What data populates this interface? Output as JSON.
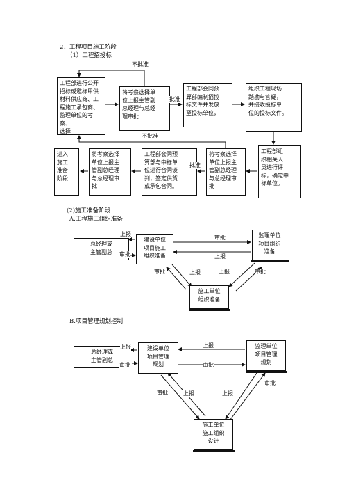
{
  "heading": {
    "section2": "2．工程项目施工阶段",
    "sub1": "（1）工程招投标",
    "sub2": "(2)施工准备阶段",
    "subA": "A.工程施工组织准备",
    "subB": "B.项目管理规划控制"
  },
  "part1": {
    "box_engdept": "工程部进行公开\n招标或邀标甲供\n材料供应商、工\n程施工承包商、\n监理单位的考察、\n选择",
    "box_report1": "将考察选择单\n位上报主管副\n总经理与总经\n理审批",
    "box_contract1": "工程部会同预\n算部编制招投\n标文件并发放\n至投标单位，",
    "box_organize": "组织工程现场\n踏勘与答疑，\n并接收投标单\n位的投标文件。",
    "box_evaluate": "工程部组\n织相关人\n员进行评\n标，确定中\n标单位。",
    "box_report2": "将考察选择\n单位上报主\n管副总经理\n与总经理审\n批",
    "box_contract2": "工程部会同预\n算部与中标单\n位进行合同谈\n判，签定供货\n或承包合同。",
    "box_report3": "将考察选择\n单位上报主\n管副总经理\n与总经理审\n批",
    "box_enter": "进入\n施工\n准备\n阶段",
    "label_reject_top": "不批准",
    "label_approve1": "批准",
    "label_reject_mid": "不批准",
    "label_approve2": "批准"
  },
  "partA": {
    "box_gm": "总经理或\n主管副总",
    "box_owner": "建设单位\n项目施工\n组织准备",
    "box_supervisor": "监理单位\n项目组织\n准备",
    "box_contractor": "施工单位\n组织准备",
    "label_report_owner_gm": "上报",
    "label_approve_gm": "审批",
    "label_approve_sup": "审批",
    "label_report_sup": "上报",
    "label_approve_left": "审批",
    "label_report_left": "上报",
    "label_report_right": "上报",
    "label_approve_right": "审批"
  },
  "partB": {
    "box_gm": "总经理或\n主管副总",
    "box_owner": "建设单位\n项目管理\n规划",
    "box_supervisor": "监理单位\n项目管理\n规划",
    "box_contractor": "施工单位\n施工组织\n设计",
    "label_report_gm": "上报",
    "label_approve_gm": "审批",
    "label_report_sup": "上报",
    "label_approve_sup": "审批",
    "label_approve_left": "审批",
    "label_report_left": "上报",
    "label_report_right": "上报",
    "label_approve_right": "审批"
  }
}
